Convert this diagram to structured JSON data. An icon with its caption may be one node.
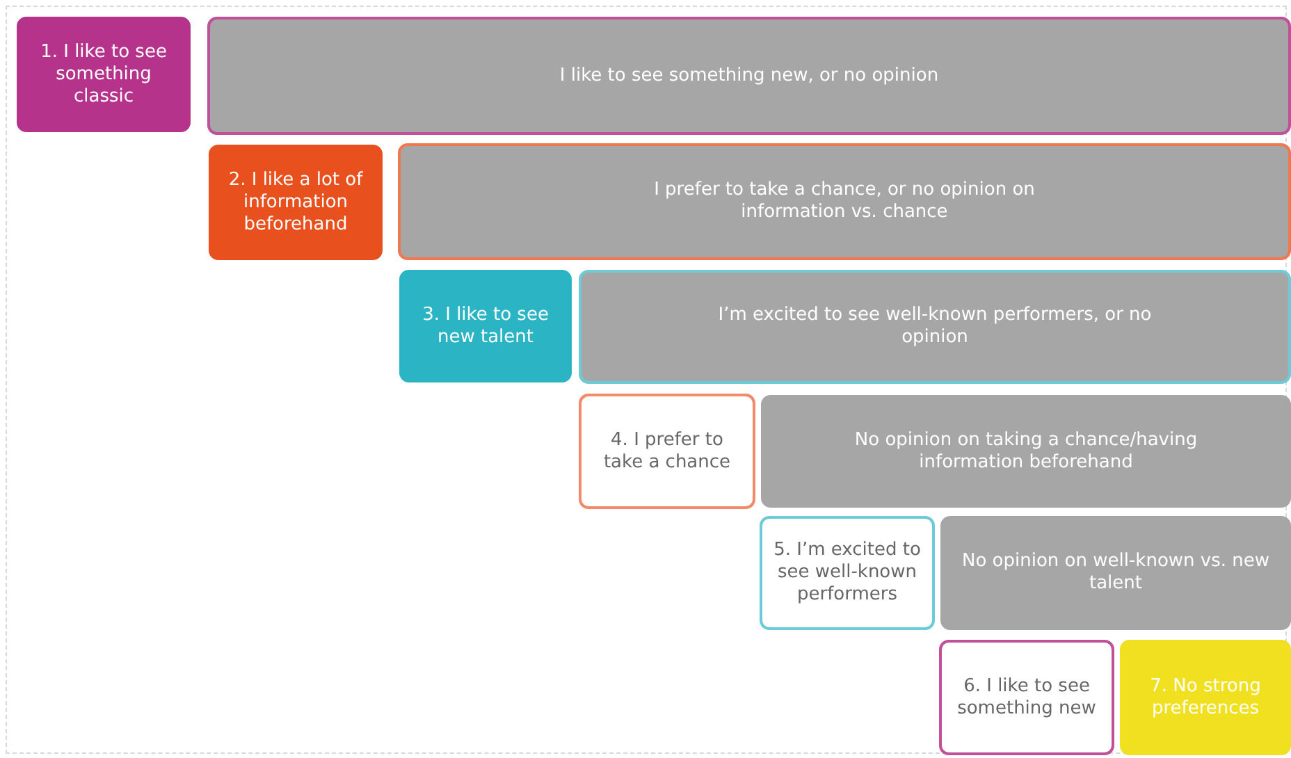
{
  "diagram": {
    "nodes": [
      {
        "text": [
          "1. I like to see something classic"
        ]
      },
      {
        "text": [
          "I like to see something new, or no opinion"
        ]
      },
      {
        "text": [
          "2. I like a lot of information beforehand"
        ]
      },
      {
        "text": [
          "I prefer to take a chance, or no opinion on information vs. chance"
        ]
      },
      {
        "text": [
          "3. I like to see new talent"
        ]
      },
      {
        "text": [
          "I’m excited to see well-known performers, or no opinion"
        ]
      },
      {
        "text": [
          "4. I prefer to take a chance"
        ]
      },
      {
        "text": [
          "No opinion on taking a chance/having information beforehand"
        ]
      },
      {
        "text": [
          "5. I’m excited to see well-known performers"
        ]
      },
      {
        "text": [
          "No opinion on well-known vs. new talent"
        ]
      },
      {
        "text": [
          "6. I like to see something new"
        ]
      },
      {
        "text": [
          "7. No strong preferences"
        ]
      }
    ]
  }
}
